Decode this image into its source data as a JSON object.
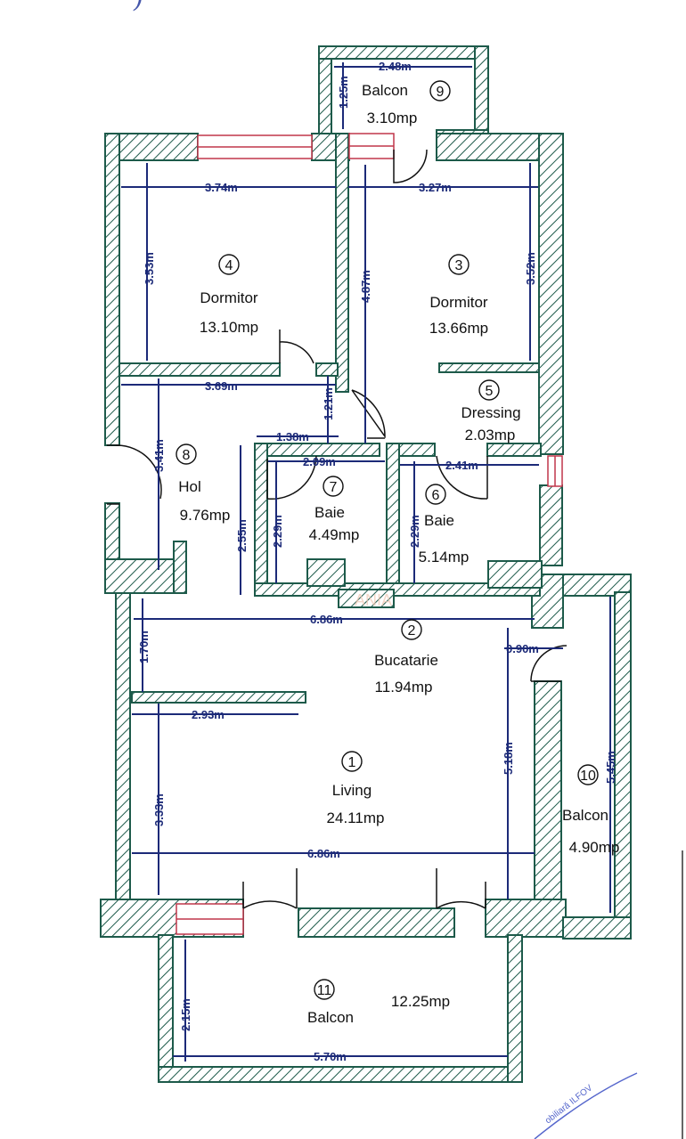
{
  "header_scribble": ")",
  "rooms": [
    {
      "num": "1",
      "name": "Living",
      "area": "24.11mp"
    },
    {
      "num": "2",
      "name": "Bucatarie",
      "area": "11.94mp"
    },
    {
      "num": "3",
      "name": "Dormitor",
      "area": "13.66mp"
    },
    {
      "num": "4",
      "name": "Dormitor",
      "area": "13.10mp"
    },
    {
      "num": "5",
      "name": "Dressing",
      "area": "2.03mp"
    },
    {
      "num": "6",
      "name": "Baie",
      "area": "5.14mp"
    },
    {
      "num": "7",
      "name": "Baie",
      "area": "4.49mp"
    },
    {
      "num": "8",
      "name": "Hol",
      "area": "9.76mp"
    },
    {
      "num": "9",
      "name": "Balcon",
      "area": "3.10mp"
    },
    {
      "num": "10",
      "name": "Balcon",
      "area": "4.90mp"
    },
    {
      "num": "11",
      "name": "Balcon",
      "area": "12.25mp"
    }
  ],
  "dimensions": {
    "balcon9_width": "2.48m",
    "balcon9_depth": "1.25m",
    "dorm4_width": "3.74m",
    "dorm4_depth": "3.53m",
    "dorm3_width": "3.27m",
    "dorm3_depth": "3.52m",
    "corridor_length": "4.87m",
    "hol_width": "3.69m",
    "hol_small": "1.21m",
    "hol_depth": "3.41m",
    "niche_width": "1.38m",
    "niche_depth": "2.55m",
    "baie7_width": "2.09m",
    "baie7_depth": "2.29m",
    "baie6_width": "2.41m",
    "baie6_depth": "2.29m",
    "kitchen_width": "6.86m",
    "kitchen_depth": "1.70m",
    "door_width": "0.90m",
    "partition_length": "2.93m",
    "living_depth": "3.33m",
    "living_width": "6.86m",
    "living_height": "5.18m",
    "balcon10_depth": "5.45m",
    "balcon11_depth": "2.15m",
    "balcon11_width": "5.70m"
  },
  "watermark": "ANIA",
  "stamp_text": "obiliară ILFOV"
}
